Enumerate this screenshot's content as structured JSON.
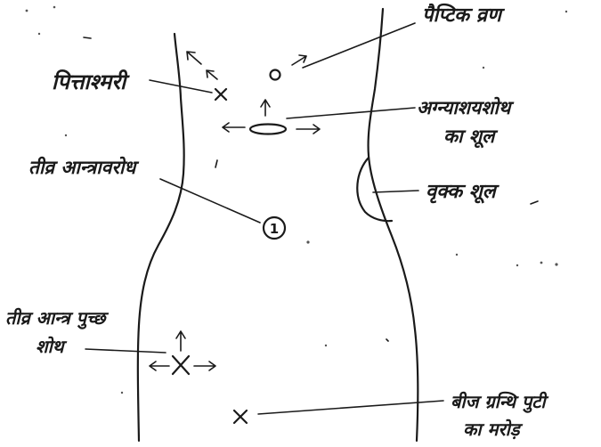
{
  "labels": {
    "peptic_ulcer": "पैप्टिक व्रण",
    "gallstone": "पित्ताश्मरी",
    "pancreatitis_line1": "अग्न्याशयशोथ",
    "pancreatitis_line2": "का शूल",
    "intestinal_obstruction": "तीव्र आन्त्रावरोध",
    "renal_colic": "वृक्क शूल",
    "appendicitis_line1": "तीव्र आन्त्र पुच्छ",
    "appendicitis_line2": "शोथ",
    "ovarian_torsion_line1": "बीज ग्रन्थि पुटी",
    "ovarian_torsion_line2": "का मरोड़"
  },
  "marks": {
    "circled_one": "1"
  }
}
